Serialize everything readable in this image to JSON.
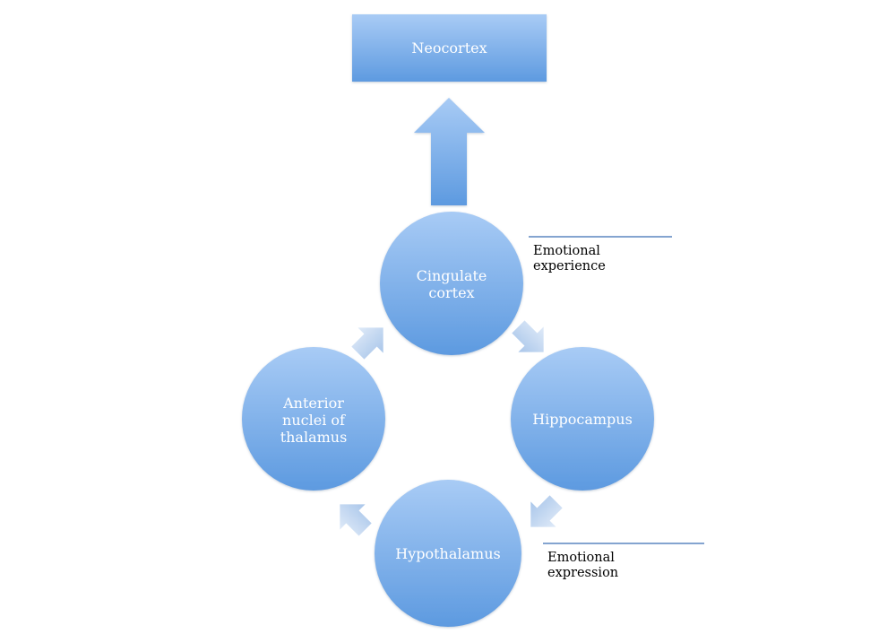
{
  "nodes": {
    "neocortex": "Neocortex",
    "cingulate": [
      "Cingulate",
      "cortex"
    ],
    "hippocampus": "Hippocampus",
    "hypothalamus": "Hypothalamus",
    "thalamus": [
      "Anterior",
      "nuclei of",
      "thalamus"
    ]
  },
  "annotations": {
    "experience": [
      "Emotional",
      "experience"
    ],
    "expression": [
      "Emotional",
      "expression"
    ]
  },
  "colors": {
    "node_light": "#a8cbf5",
    "node_dark": "#5d9ae0",
    "arrow_light": "#dce8f7",
    "arrow_dark": "#a6c4ea",
    "rule_line": "#5b86c0"
  }
}
